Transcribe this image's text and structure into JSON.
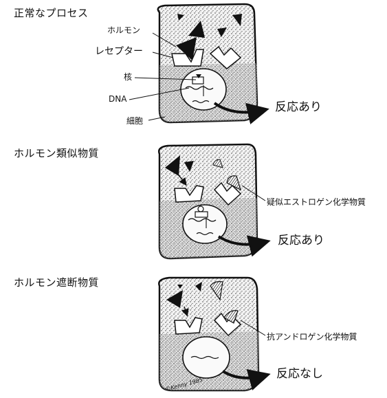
{
  "panels": [
    {
      "title": "正常なプロセス",
      "labels": {
        "hormone": "ホルモン",
        "receptor": "レセプター",
        "nucleus": "核",
        "dna": "DNA",
        "cell": "細胞"
      },
      "response": "反応あり"
    },
    {
      "title": "ホルモン類似物質",
      "side_label": "疑似エストロゲン化学物質",
      "response": "反応あり"
    },
    {
      "title": "ホルモン遮断物質",
      "side_label": "抗アンドロゲン化学物質",
      "response": "反応なし"
    }
  ],
  "signature": "©Kenny 1985"
}
